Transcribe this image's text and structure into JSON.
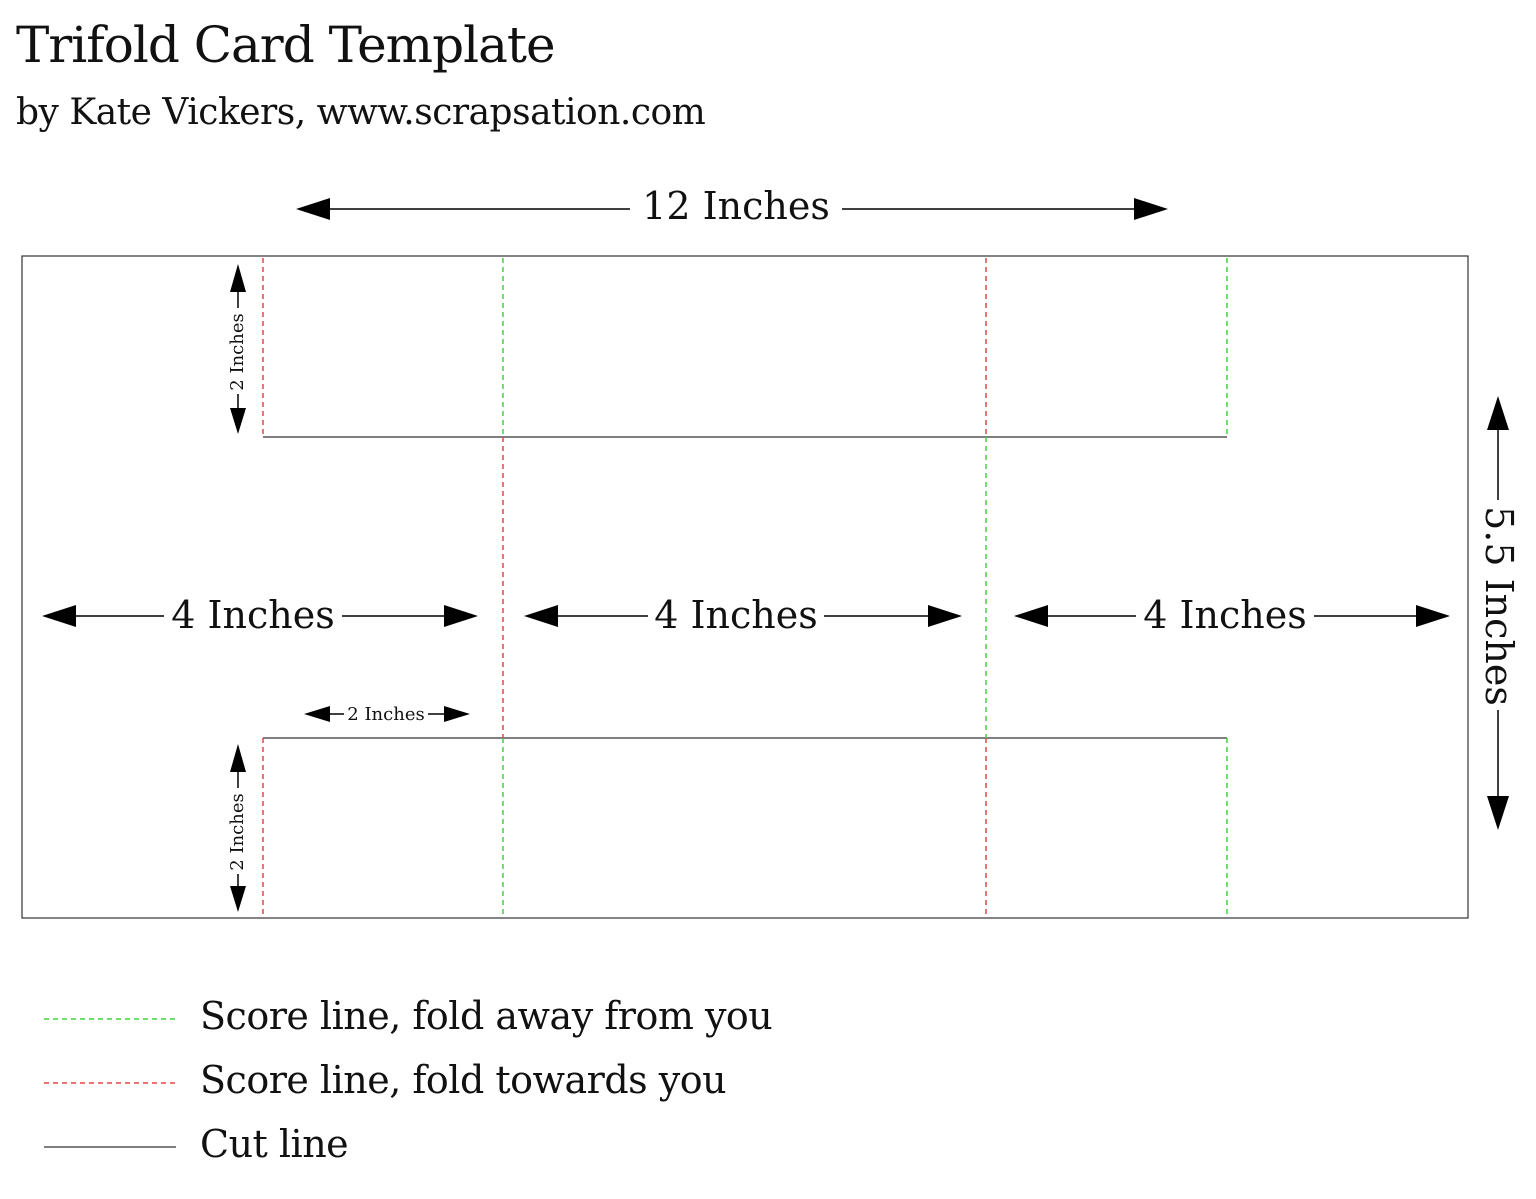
{
  "header": {
    "title": "Trifold Card Template",
    "subtitle": "by Kate Vickers, www.scrapsation.com"
  },
  "dimensions": {
    "total_width": "12 Inches",
    "height": "5.5 Inches",
    "panel_left": "4 Inches",
    "panel_middle": "4 Inches",
    "panel_right": "4 Inches",
    "flap_top_height": "2 Inches",
    "flap_bottom_height": "2 Inches",
    "flap_offset": "2 Inches"
  },
  "legend": {
    "items": [
      {
        "label": "Score line, fold away from you",
        "color": "#3fd63f",
        "style": "dashed"
      },
      {
        "label": "Score line, fold towards you",
        "color": "#e84545",
        "style": "dashed"
      },
      {
        "label": "Cut line",
        "color": "#333333",
        "style": "solid"
      }
    ]
  },
  "colors": {
    "score_away": "#3fd63f",
    "score_towards": "#e84545",
    "cut": "#333333"
  }
}
